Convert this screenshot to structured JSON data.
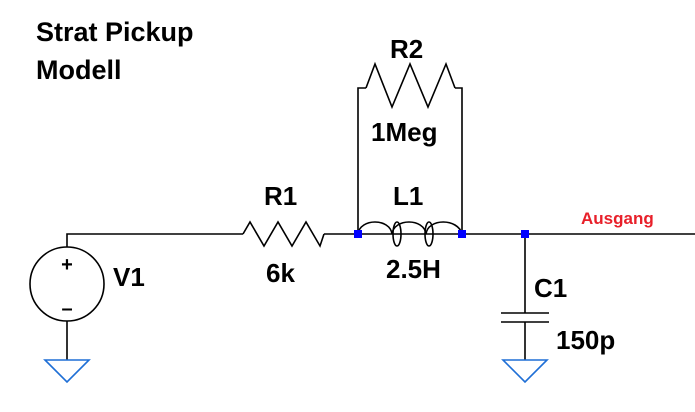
{
  "title": {
    "line1": "Strat Pickup",
    "line2": "Modell"
  },
  "components": {
    "V1": {
      "name": "V1",
      "plus": "+",
      "minus": "–"
    },
    "R1": {
      "name": "R1",
      "value": "6k"
    },
    "R2": {
      "name": "R2",
      "value": "1Meg"
    },
    "L1": {
      "name": "L1",
      "value": "2.5H"
    },
    "C1": {
      "name": "C1",
      "value": "150p"
    }
  },
  "nets": {
    "output": "Ausgang"
  },
  "colors": {
    "wire": "#000000",
    "node": "#0000ff",
    "ground": "#1f6fd6",
    "net_label": "#e8202a"
  }
}
